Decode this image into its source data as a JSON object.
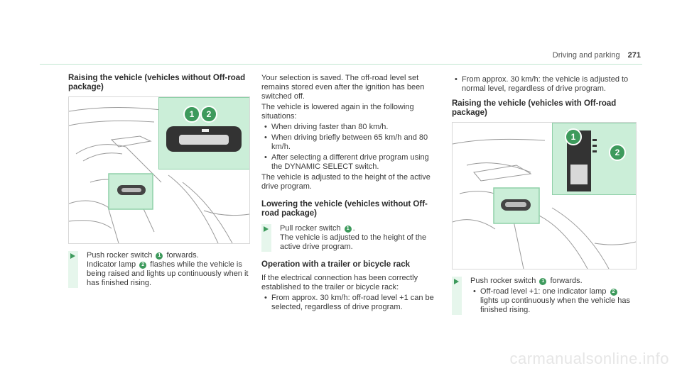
{
  "header": {
    "section": "Driving and parking",
    "page": "271"
  },
  "col1": {
    "heading": "Raising the vehicle (vehicles without Off-road package)",
    "step_lines": [
      "Push rocker switch",
      "forwards.",
      "Indicator lamp",
      "flashes while the vehicle is being raised and lights up continuously when it has finished rising."
    ],
    "badge1": "1",
    "badge2": "2"
  },
  "col2": {
    "intro": [
      "Your selection is saved. The off-road level set remains stored even after the ignition has been switched off.",
      "The vehicle is lowered again in the following situations:"
    ],
    "bullets": [
      "When driving faster than 80 km/h.",
      "When driving briefly between 65 km/h and 80 km/h.",
      "After selecting a different drive program using the DYNAMIC SELECT switch."
    ],
    "after": "The vehicle is adjusted to the height of the active drive program.",
    "heading2": "Lowering the vehicle (vehicles without Off-road package)",
    "step_pre": "Pull rocker switch",
    "step_post": ".",
    "step_line2": "The vehicle is adjusted to the height of the active drive program.",
    "heading3": "Operation with a trailer or bicycle rack",
    "p3": "If the electrical connection has been correctly established to the trailer or bicycle rack:",
    "bullet3": "From approx. 30 km/h: off-road level +1 can be selected, regardless of drive program."
  },
  "col3": {
    "bullet_top": "From approx. 30 km/h: the vehicle is adjusted to normal level, regardless of drive program.",
    "heading": "Raising the vehicle (vehicles with Off-road package)",
    "step_pre": "Push rocker switch",
    "step_post": "forwards.",
    "sub_pre": "Off-road level +1: one indicator lamp",
    "sub_post": "lights up continuously when the vehicle has finished rising."
  },
  "watermark": "carmanualsonline.info",
  "colors": {
    "accent": "#3d9a5c",
    "callout_fill": "#cbeed8"
  }
}
